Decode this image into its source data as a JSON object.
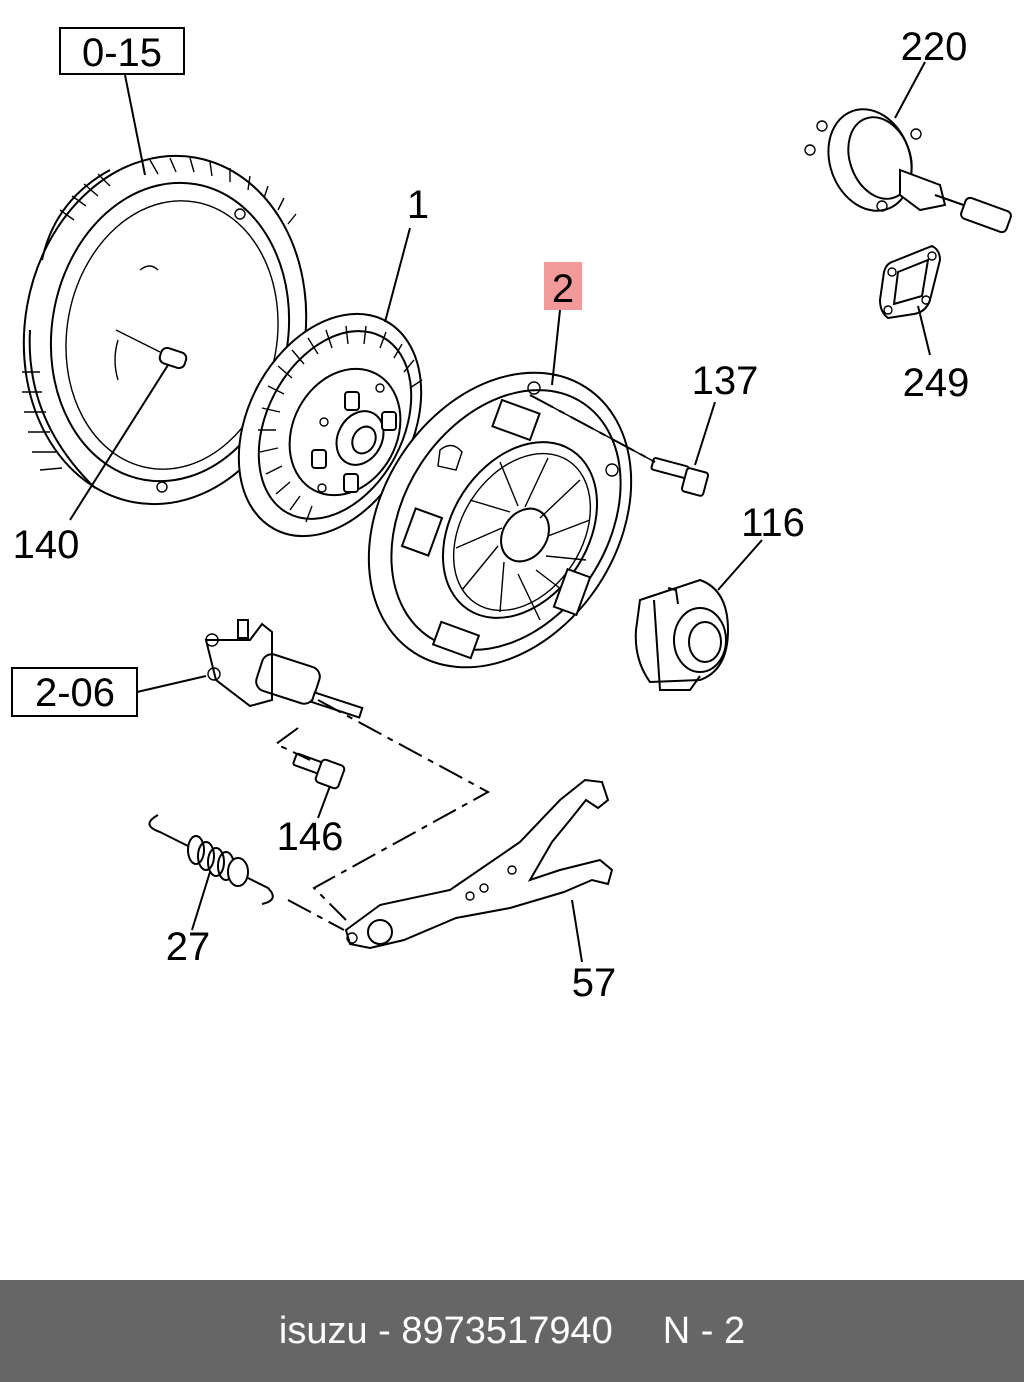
{
  "labels": {
    "ref_0_15": "0-15",
    "part_220": "220",
    "part_1": "1",
    "part_2": "2",
    "part_137": "137",
    "part_249": "249",
    "part_140": "140",
    "part_116": "116",
    "ref_2_06": "2-06",
    "part_146": "146",
    "part_27": "27",
    "part_57": "57"
  },
  "highlight_color": "#f29a9a",
  "footer": {
    "brand": "isuzu - 8973517940",
    "position": "N - 2",
    "background": "#666666"
  }
}
